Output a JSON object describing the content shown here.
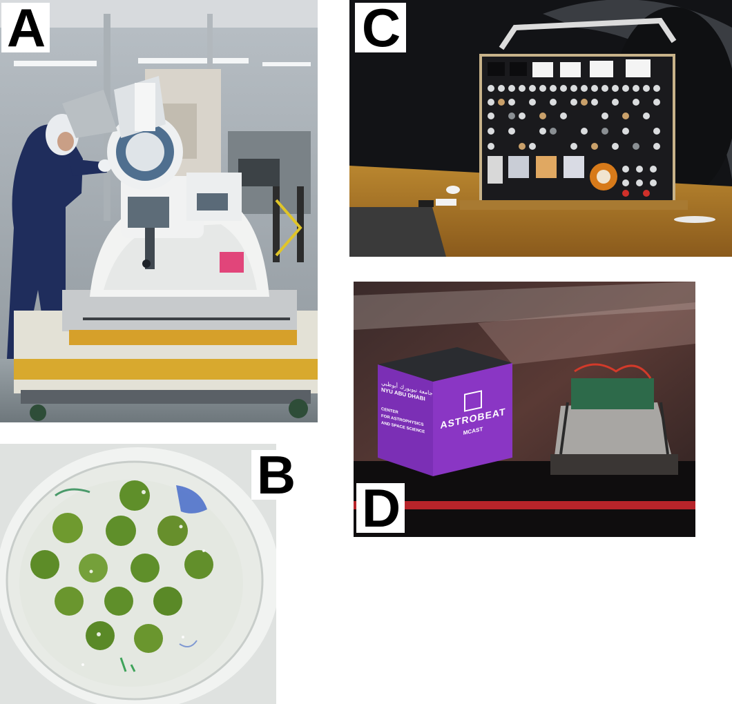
{
  "figure": {
    "panels": [
      {
        "label": "A",
        "subject": "spacecraft instrument in clean room with technician"
      },
      {
        "label": "B",
        "subject": "petri dish with green moss colonies"
      },
      {
        "label": "C",
        "subject": "sample exposure panel on gold platform in vacuum chamber"
      },
      {
        "label": "D",
        "subject": "cubesat payload and electronics board"
      }
    ]
  },
  "panel_d_text": {
    "brand_line1": "جامعة نيويورك أبوظبي",
    "brand_line2": "NYU ABU DHABI",
    "center_line1": "CENTER",
    "center_line2": "FOR ASTROPHYSICS",
    "center_line3": "AND SPACE SCIENCE",
    "payload_name": "ASTROBEAT",
    "partner": "MCAST"
  },
  "colors": {
    "label_bg": "#ffffff",
    "label_text": "#000000",
    "cube_purple": "#7b2fb5",
    "gold_platform": "#c98a2a",
    "moss_green": "#5f8f2a",
    "suit_blue": "#1f2d5c"
  }
}
